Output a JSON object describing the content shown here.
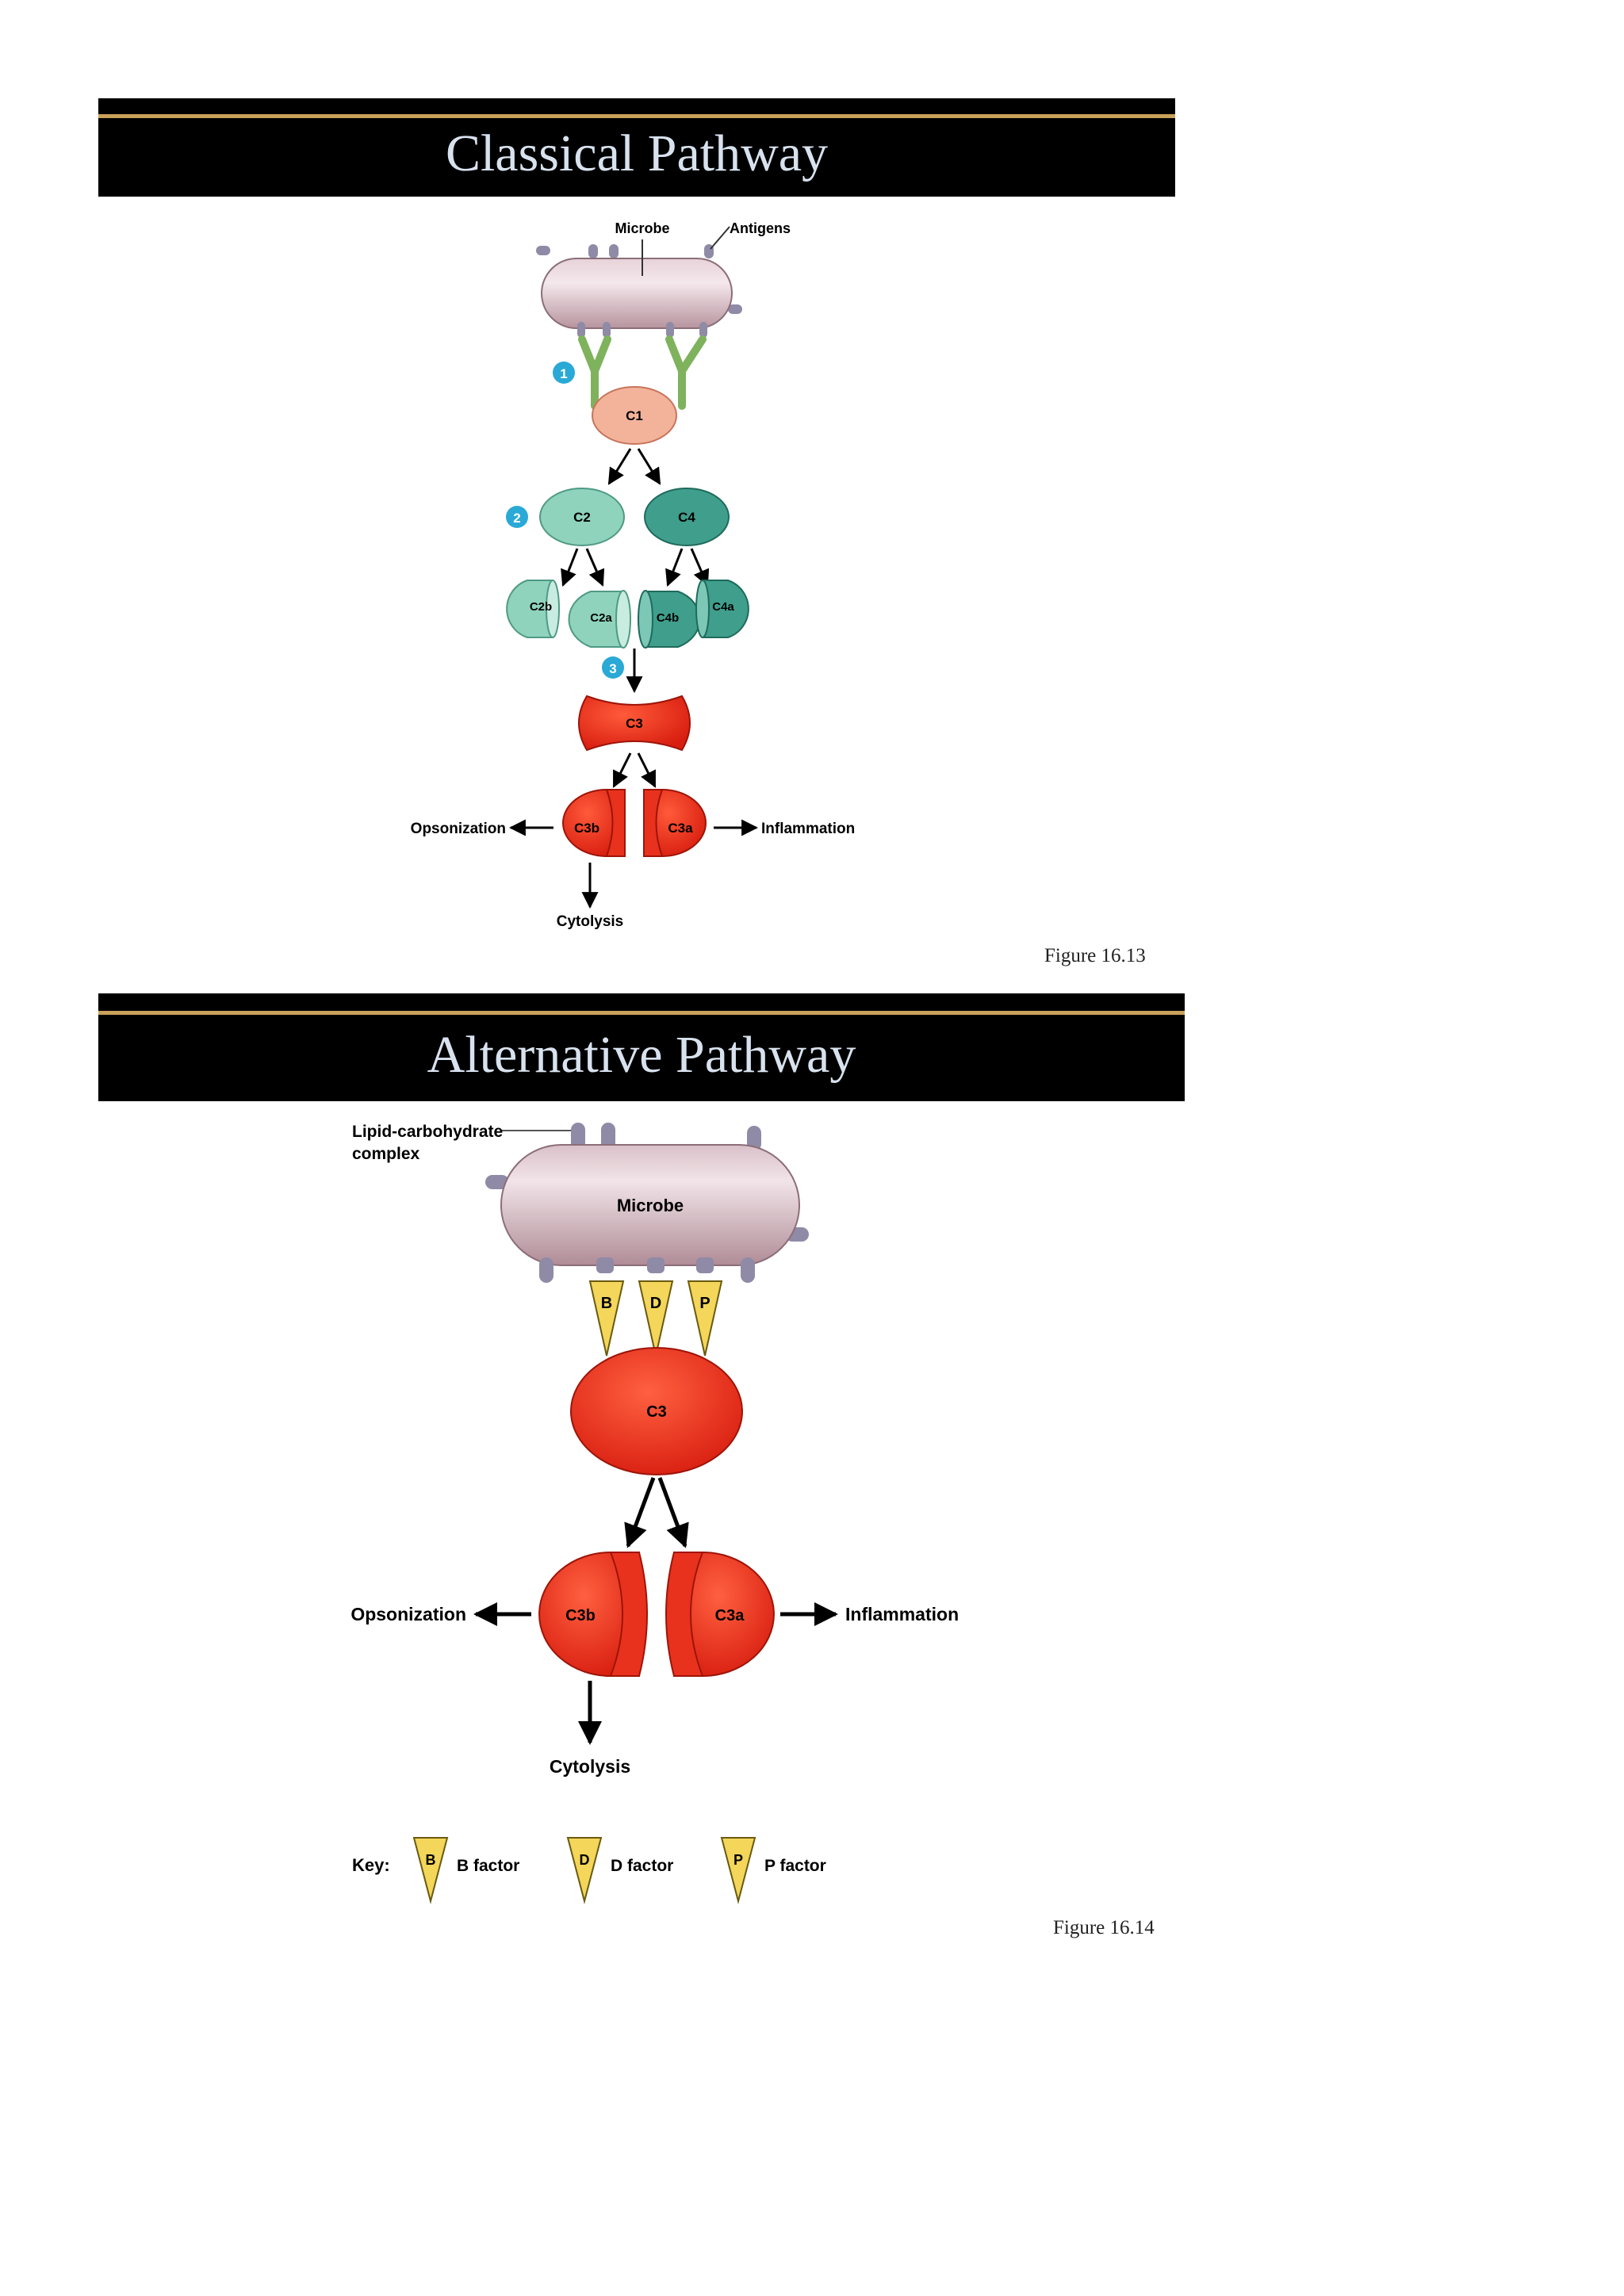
{
  "classical": {
    "title": "Classical Pathway",
    "figure": "Figure  16.13",
    "labels": {
      "microbe": "Microbe",
      "antigens": "Antigens",
      "c1": "C1",
      "c2": "C2",
      "c4": "C4",
      "c2b": "C2b",
      "c2a": "C2a",
      "c4b": "C4b",
      "c4a": "C4a",
      "c3": "C3",
      "c3b": "C3b",
      "c3a": "C3a",
      "opsonization": "Opsonization",
      "inflammation": "Inflammation",
      "cytolysis": "Cytolysis"
    },
    "steps": [
      "1",
      "2",
      "3"
    ]
  },
  "alternative": {
    "title": "Alternative Pathway",
    "figure": "Figure  16.14",
    "labels": {
      "lipid_line1": "Lipid-carbohydrate",
      "lipid_line2": "complex",
      "microbe": "Microbe",
      "b": "B",
      "d": "D",
      "p": "P",
      "c3": "C3",
      "c3b": "C3b",
      "c3a": "C3a",
      "opsonization": "Opsonization",
      "inflammation": "Inflammation",
      "cytolysis": "Cytolysis"
    },
    "key": {
      "label": "Key:",
      "items": [
        {
          "letter": "B",
          "text": "B factor"
        },
        {
          "letter": "D",
          "text": "D factor"
        },
        {
          "letter": "P",
          "text": "P factor"
        }
      ]
    }
  },
  "colors": {
    "banner": "#000000",
    "banner_rule": "#c9a15a",
    "title_text": "#d8e2ee",
    "microbe": "#c9a9b2",
    "antibody": "#a8cf86",
    "c1": "#f3b39a",
    "c2": "#8fd3bd",
    "c4": "#3f9e8c",
    "c3": "#e8321e",
    "factor": "#f3d65a",
    "step_circle": "#2aa9d6"
  }
}
